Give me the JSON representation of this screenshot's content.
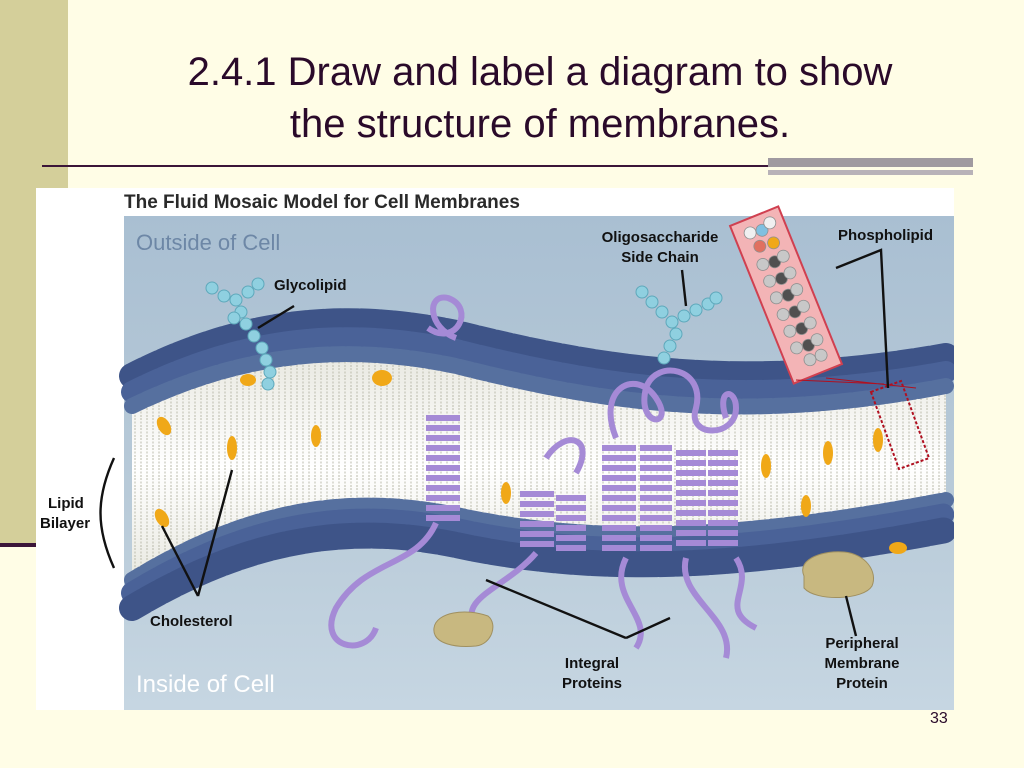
{
  "slide": {
    "title_line1": "2.4.1 Draw and label a diagram to show",
    "title_line2": "the structure of membranes.",
    "page_number": "33"
  },
  "diagram": {
    "heading": "The Fluid Mosaic Model for Cell Membranes",
    "outside_label": "Outside of Cell",
    "inside_label": "Inside of Cell",
    "labels": {
      "glycolipid": "Glycolipid",
      "oligo_line1": "Oligosaccharide",
      "oligo_line2": "Side Chain",
      "phospholipid": "Phospholipid",
      "lipid_line1": "Lipid",
      "lipid_line2": "Bilayer",
      "cholesterol": "Cholesterol",
      "integral_line1": "Integral",
      "integral_line2": "Proteins",
      "peripheral_line1": "Peripheral",
      "peripheral_line2": "Membrane",
      "peripheral_line3": "Protein"
    },
    "colors": {
      "phospholipid_head": "#3e5488",
      "cholesterol": "#f0a818",
      "protein": "#a58ad6",
      "oligosaccharide": "#8fd0e0",
      "peripheral_protein": "#c8b880",
      "outside_bg": "#a9bfd2",
      "inside_bg": "#c6d6e2"
    }
  }
}
